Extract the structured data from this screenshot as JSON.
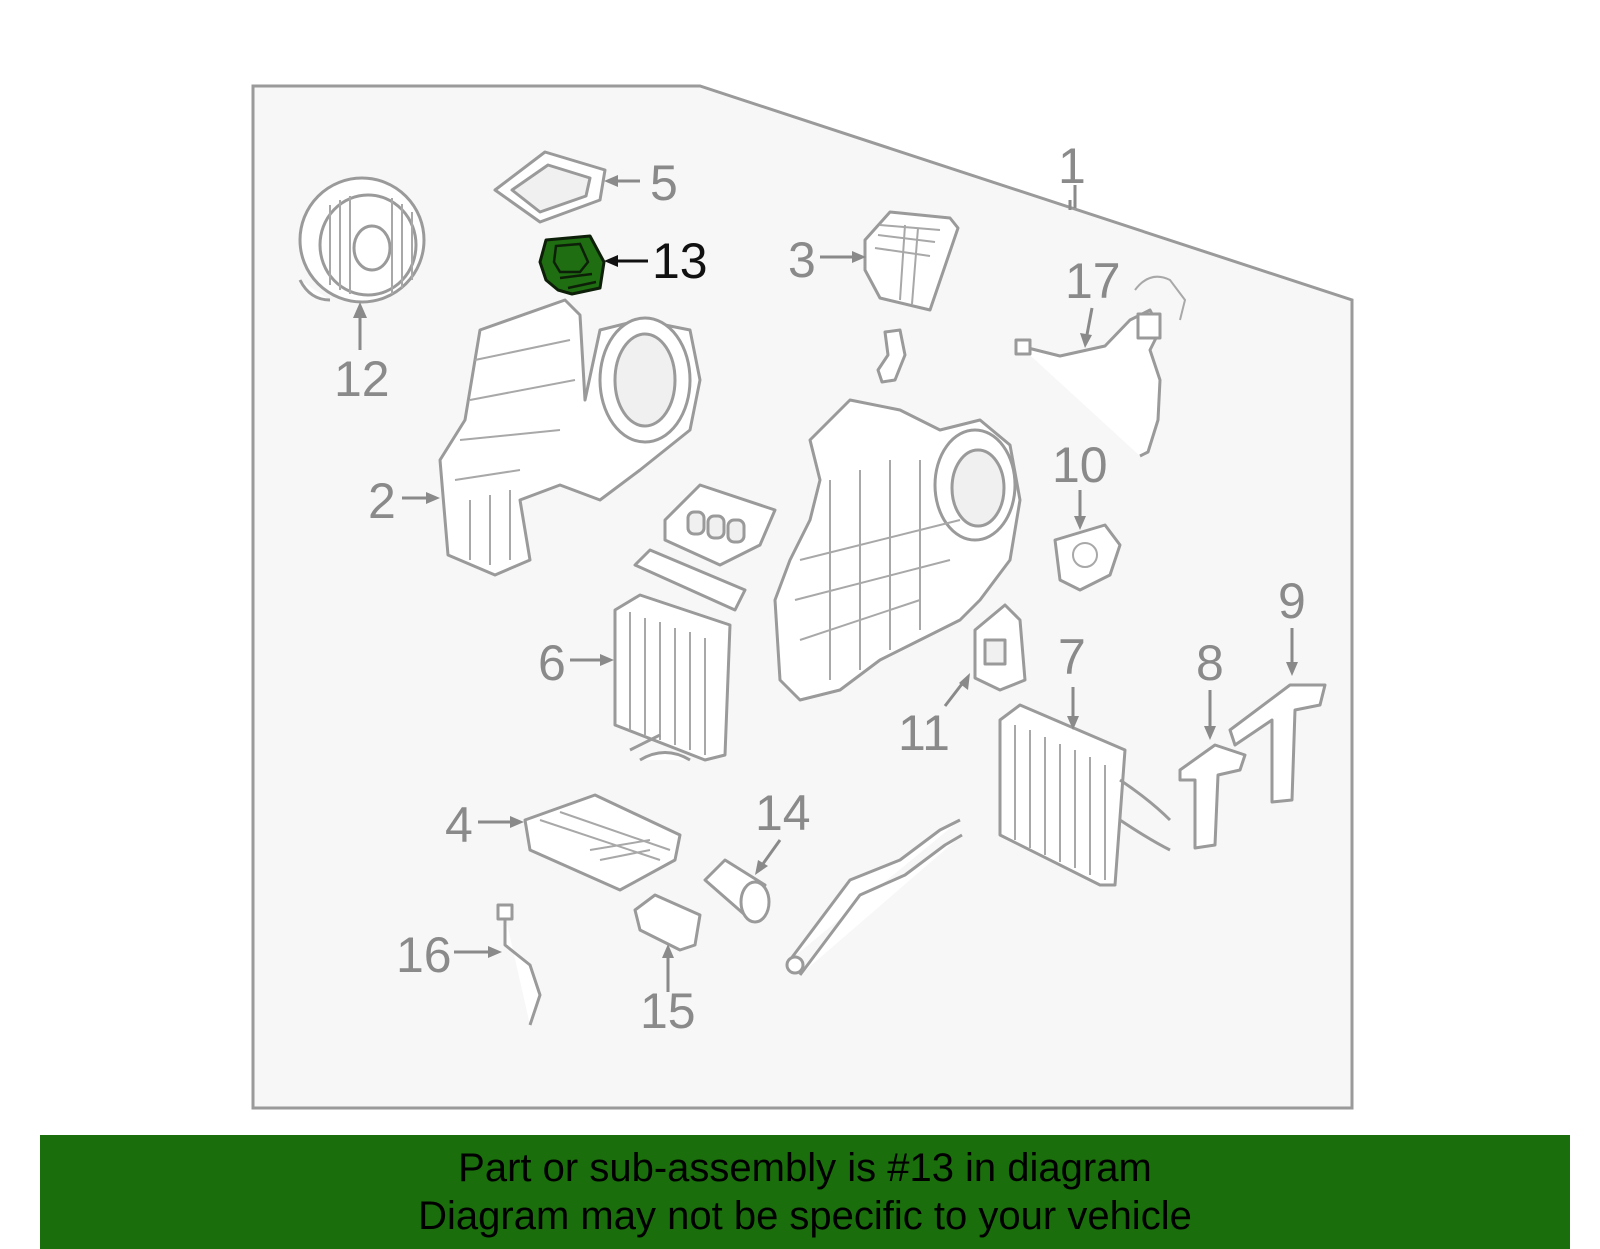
{
  "diagram": {
    "callouts": [
      {
        "id": "1",
        "label": "1"
      },
      {
        "id": "2",
        "label": "2"
      },
      {
        "id": "3",
        "label": "3"
      },
      {
        "id": "4",
        "label": "4"
      },
      {
        "id": "5",
        "label": "5"
      },
      {
        "id": "6",
        "label": "6"
      },
      {
        "id": "7",
        "label": "7"
      },
      {
        "id": "8",
        "label": "8"
      },
      {
        "id": "9",
        "label": "9"
      },
      {
        "id": "10",
        "label": "10"
      },
      {
        "id": "11",
        "label": "11"
      },
      {
        "id": "12",
        "label": "12"
      },
      {
        "id": "13",
        "label": "13"
      },
      {
        "id": "14",
        "label": "14"
      },
      {
        "id": "15",
        "label": "15"
      },
      {
        "id": "16",
        "label": "16"
      },
      {
        "id": "17",
        "label": "17"
      }
    ],
    "highlighted_part": "13",
    "colors": {
      "highlight_fill": "#1f6e12",
      "banner_background": "#1a6e0c",
      "panel_background": "#f7f7f7",
      "line_gray": "#9a9a9a"
    }
  },
  "banner": {
    "line1": "Part or sub-assembly is #13 in diagram",
    "line2": "Diagram may not be specific to your vehicle"
  }
}
